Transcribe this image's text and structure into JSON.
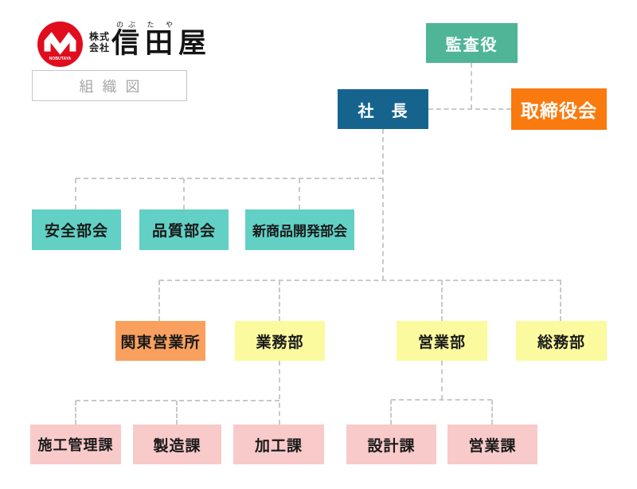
{
  "brand": {
    "prefix_top": "株式",
    "prefix_bottom": "会社",
    "name": "信田屋",
    "furigana": "のぶ た や",
    "mark_text": "NOBUTAYA",
    "logo_red": "#e00d1e"
  },
  "page_label": "組織図",
  "org": {
    "connector_color": "#c9c9c9",
    "nodes": [
      {
        "id": "auditor",
        "label": "監査役",
        "color": "#4fb596",
        "text_color": "#ffffff"
      },
      {
        "id": "president",
        "label": "社　長",
        "color": "#16648e",
        "text_color": "#ffffff"
      },
      {
        "id": "board-of-directors",
        "label": "取締役会",
        "color": "#f97a0e",
        "text_color": "#ffffff"
      },
      {
        "id": "safety-committee",
        "label": "安全部会",
        "color": "#62d0c5",
        "text_color": "#1a1a1a"
      },
      {
        "id": "quality-committee",
        "label": "品質部会",
        "color": "#62d0c5",
        "text_color": "#1a1a1a"
      },
      {
        "id": "new-product-dev-committee",
        "label": "新商品開発部会",
        "color": "#62d0c5",
        "text_color": "#1a1a1a"
      },
      {
        "id": "kanto-sales-office",
        "label": "関東営業所",
        "color": "#faa05f",
        "text_color": "#1a1a1a"
      },
      {
        "id": "operations-dept",
        "label": "業務部",
        "color": "#fbfa9e",
        "text_color": "#1a1a1a"
      },
      {
        "id": "sales-dept",
        "label": "営業部",
        "color": "#fbfa9e",
        "text_color": "#1a1a1a"
      },
      {
        "id": "general-affairs-dept",
        "label": "総務部",
        "color": "#fbfa9e",
        "text_color": "#1a1a1a"
      },
      {
        "id": "construction-mgmt-section",
        "label": "施工管理課",
        "color": "#f9caca",
        "text_color": "#1a1a1a"
      },
      {
        "id": "manufacturing-section",
        "label": "製造課",
        "color": "#f9caca",
        "text_color": "#1a1a1a"
      },
      {
        "id": "processing-section",
        "label": "加工課",
        "color": "#f9caca",
        "text_color": "#1a1a1a"
      },
      {
        "id": "design-section",
        "label": "設計課",
        "color": "#f9caca",
        "text_color": "#1a1a1a"
      },
      {
        "id": "sales-section",
        "label": "営業課",
        "color": "#f9caca",
        "text_color": "#1a1a1a"
      }
    ]
  }
}
